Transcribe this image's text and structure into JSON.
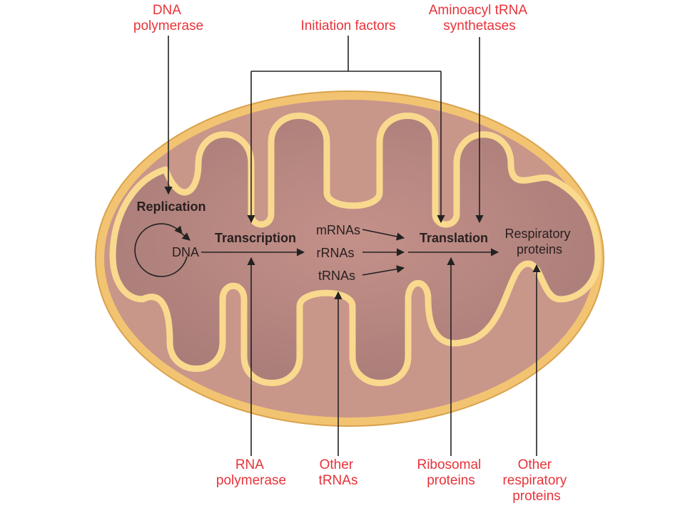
{
  "external_factors": {
    "dna_polymerase": [
      "DNA",
      "polymerase"
    ],
    "initiation_factors": [
      "Initiation factors"
    ],
    "aminoacyl_trna_synthetases": [
      "Aminoacyl tRNA",
      "synthetases"
    ],
    "rna_polymerase": [
      "RNA",
      "polymerase"
    ],
    "other_trnas": [
      "Other",
      "tRNAs"
    ],
    "ribosomal_proteins": [
      "Ribosomal",
      "proteins"
    ],
    "other_respiratory_proteins": [
      "Other",
      "respiratory",
      "proteins"
    ]
  },
  "internal": {
    "replication": "Replication",
    "dna": "DNA",
    "transcription": "Transcription",
    "mrnas": "mRNAs",
    "rrnas": "rRNAs",
    "trnas": "tRNAs",
    "translation": "Translation",
    "respiratory_proteins": [
      "Respiratory",
      "proteins"
    ]
  },
  "colors": {
    "external_label": "#e8333a",
    "outer_membrane": "#f2c472",
    "inner_membrane": "#f9d98e",
    "intermembrane_space": "#c9968a",
    "matrix": "#b48580",
    "arrow": "#222222"
  }
}
